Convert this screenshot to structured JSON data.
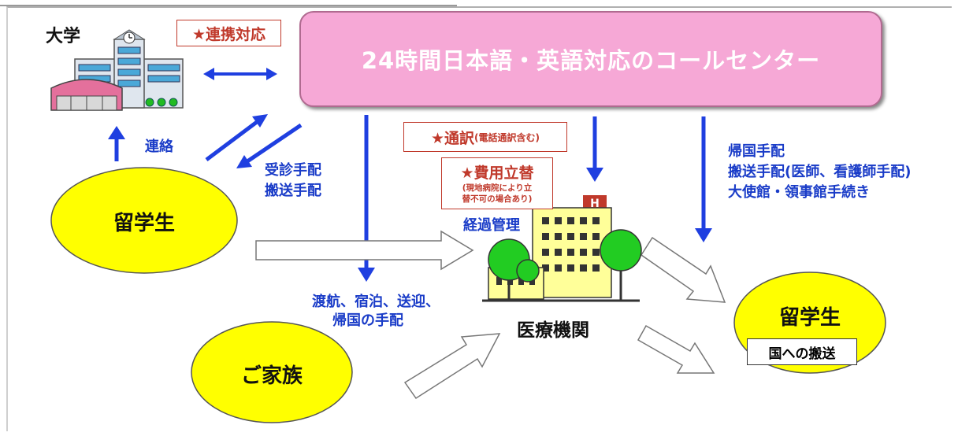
{
  "university": {
    "label": "大学"
  },
  "partnership": {
    "label": "★連携対応"
  },
  "call_center": {
    "label": "24時間日本語・英語対応のコールセンター"
  },
  "contact": {
    "label": "連絡"
  },
  "arrangement": {
    "line1": "受診手配",
    "line2": "搬送手配"
  },
  "interpret": {
    "label": "★通訳",
    "note": "(電話通訳含む)"
  },
  "advance": {
    "label": "★費用立替",
    "note1": "(現地病院により立",
    "note2": "替不可の場合あり)"
  },
  "progress": {
    "label": "経過管理"
  },
  "repatriation": {
    "line1": "帰国手配",
    "line2": "搬送手配(医師、看護師手配)",
    "line3": "大使館・領事館手続き"
  },
  "student_left": {
    "label": "留学生"
  },
  "travel": {
    "line1": "渡航、宿泊、送迎、",
    "line2": "帰国の手配"
  },
  "hospital": {
    "label": "医療機関"
  },
  "student_right": {
    "label": "留学生",
    "transport": "国への搬送"
  },
  "family": {
    "label": "ご家族"
  },
  "colors": {
    "pink": "#f6a8d6",
    "yellow": "#ffff00",
    "blue_text": "#1a3cc8",
    "arrow_blue": "#1f3fe0",
    "red": "#c0392b",
    "green": "#22bb22"
  }
}
